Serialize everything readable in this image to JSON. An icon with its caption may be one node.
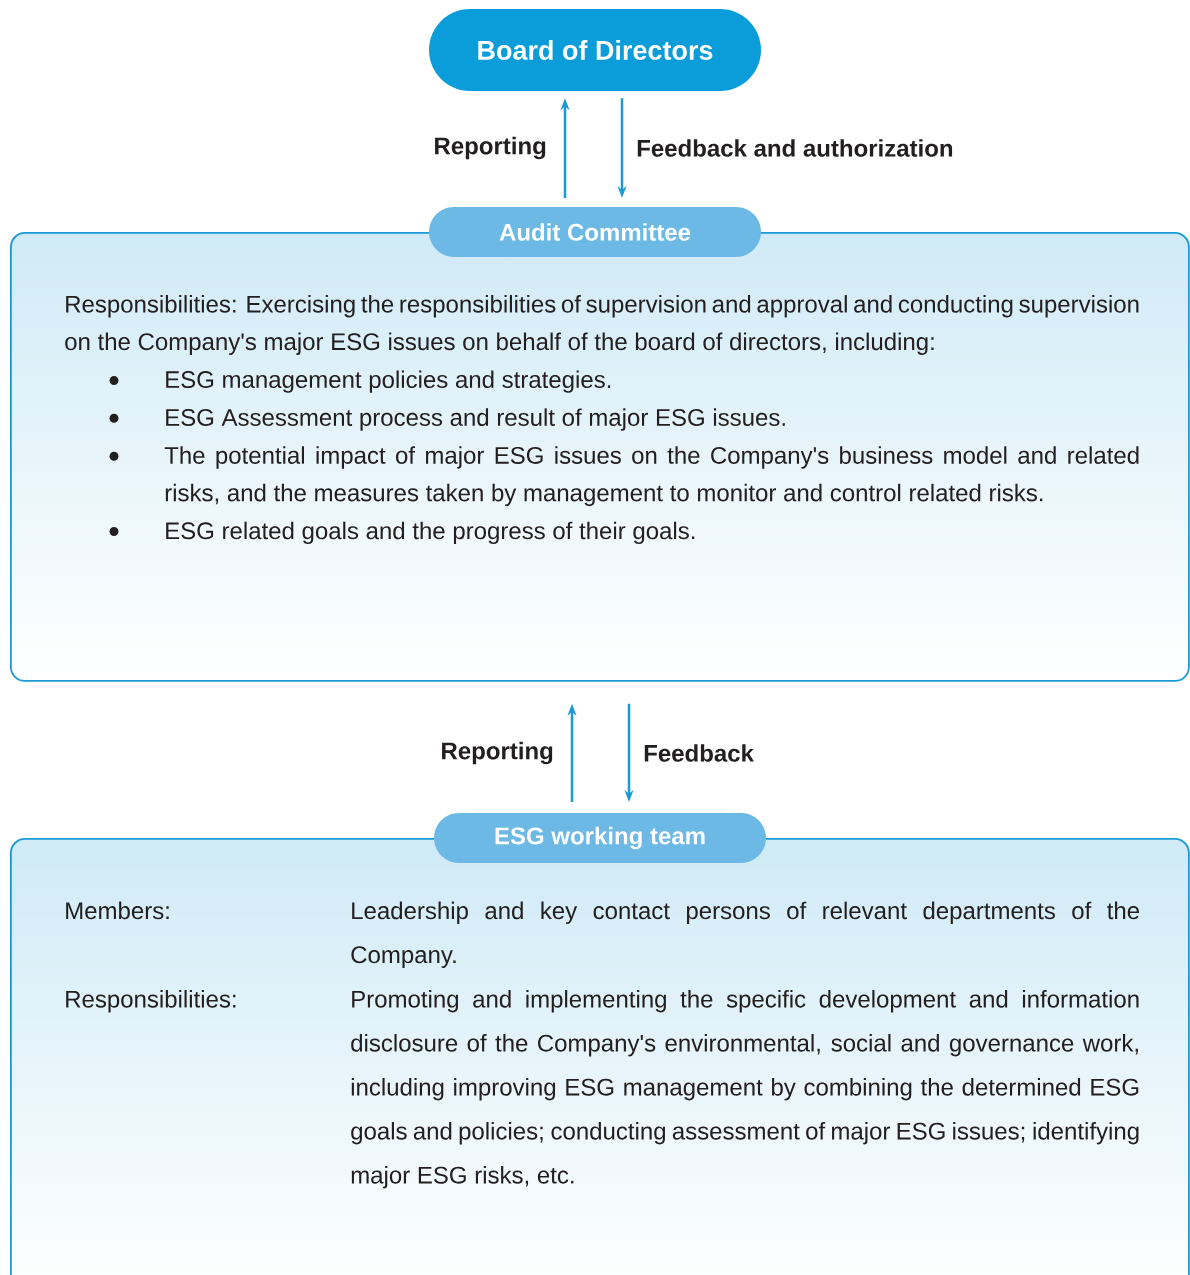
{
  "diagram": {
    "nodes": [
      {
        "text": [
          "Board of Directors"
        ]
      },
      {
        "text": [
          "Audit Committee",
          "Responsibilities: Exercising the responsibilities of supervision and approval and conducting supervision on the Company's major ESG issues on behalf of the board of directors, including:",
          "ESG management policies and strategies.",
          "ESG Assessment process and result of major ESG issues.",
          "The potential impact of major ESG issues on the Company's business model and related risks, and the measures taken by management to monitor and control related risks.",
          "ESG related goals and the progress of their goals."
        ]
      },
      {
        "text": [
          "ESG working team",
          "Members:",
          "Leadership and key contact persons of relevant departments of the Company.",
          "Responsibilities:",
          "Promoting and implementing the specific development and information disclosure of the Company's environmental, social and governance work, including improving ESG management by combining the determined ESG goals and policies; conducting assessment of major ESG issues; identifying major ESG risks, etc."
        ]
      }
    ],
    "edges": [
      {
        "from": 1,
        "to": 0,
        "arrow": "to",
        "label": "Reporting"
      },
      {
        "from": 0,
        "to": 1,
        "arrow": "to",
        "label": "Feedback and authorization"
      },
      {
        "from": 2,
        "to": 1,
        "arrow": "to",
        "label": "Reporting"
      },
      {
        "from": 1,
        "to": 2,
        "arrow": "to",
        "label": "Feedback"
      }
    ]
  }
}
